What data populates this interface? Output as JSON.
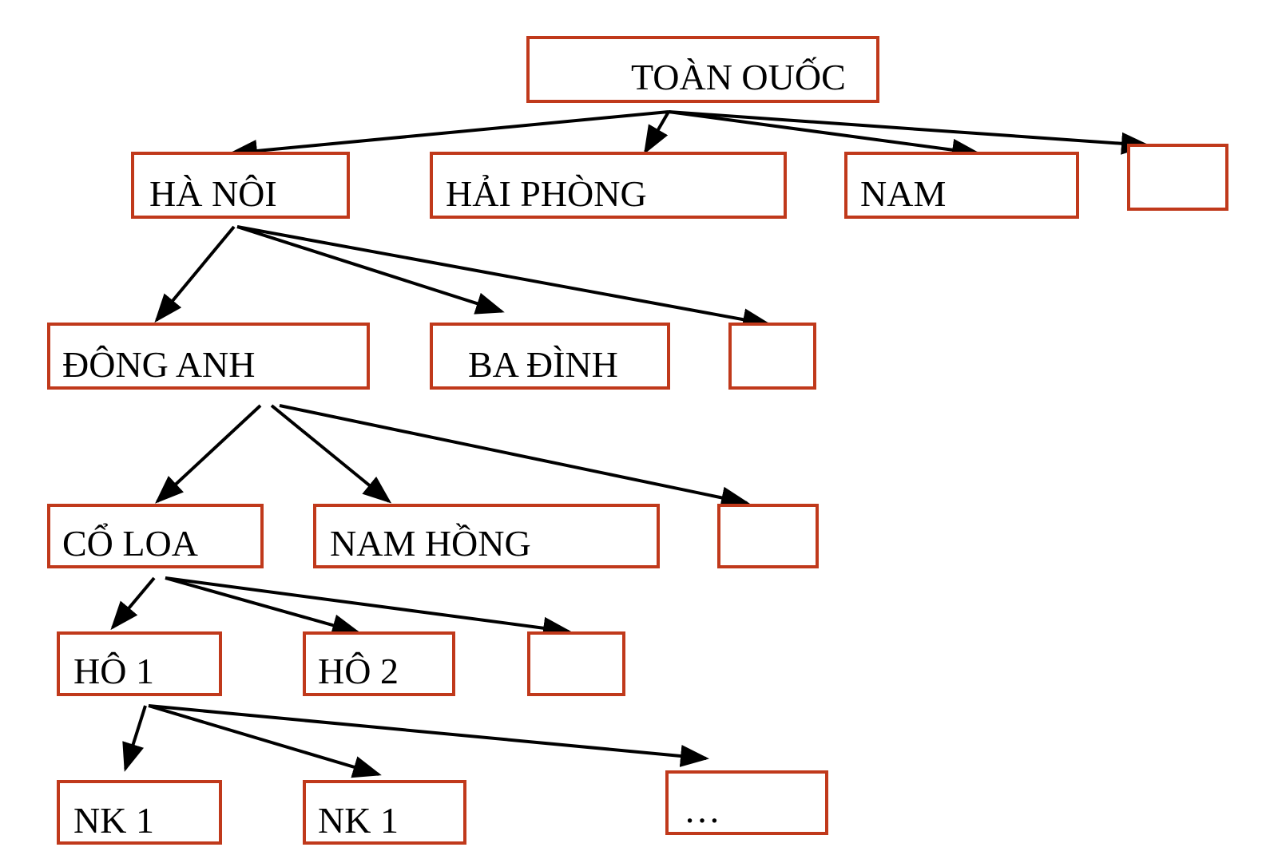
{
  "colors": {
    "box_border": "#c0391b",
    "text": "#000000",
    "arrow": "#000000"
  },
  "nodes": [
    {
      "id": "toan-quoc",
      "label": "TOÀN OUỐC"
    },
    {
      "id": "ha-noi",
      "label": "HÀ NÔI"
    },
    {
      "id": "hai-phong",
      "label": "HẢI PHÒNG"
    },
    {
      "id": "nam",
      "label": "NAM"
    },
    {
      "id": "l1-empty",
      "label": ""
    },
    {
      "id": "dong-anh",
      "label": "ĐÔNG ANH"
    },
    {
      "id": "ba-dinh",
      "label": "BA ĐÌNH"
    },
    {
      "id": "l2-empty",
      "label": ""
    },
    {
      "id": "co-loa",
      "label": "CỔ LOA"
    },
    {
      "id": "nam-hong",
      "label": "NAM HỒNG"
    },
    {
      "id": "l3-empty",
      "label": ""
    },
    {
      "id": "ho-1",
      "label": "HÔ 1"
    },
    {
      "id": "ho-2",
      "label": "HÔ 2"
    },
    {
      "id": "l4-empty",
      "label": ""
    },
    {
      "id": "nk-1a",
      "label": "NK 1"
    },
    {
      "id": "nk-1b",
      "label": "NK 1"
    },
    {
      "id": "nk-more",
      "label": "…"
    }
  ],
  "edges": [
    {
      "from": "toan-quoc",
      "to": "ha-noi"
    },
    {
      "from": "toan-quoc",
      "to": "hai-phong"
    },
    {
      "from": "toan-quoc",
      "to": "nam"
    },
    {
      "from": "toan-quoc",
      "to": "l1-empty"
    },
    {
      "from": "ha-noi",
      "to": "dong-anh"
    },
    {
      "from": "ha-noi",
      "to": "ba-dinh"
    },
    {
      "from": "ha-noi",
      "to": "l2-empty"
    },
    {
      "from": "dong-anh",
      "to": "co-loa"
    },
    {
      "from": "dong-anh",
      "to": "nam-hong"
    },
    {
      "from": "dong-anh",
      "to": "l3-empty"
    },
    {
      "from": "co-loa",
      "to": "ho-1"
    },
    {
      "from": "co-loa",
      "to": "ho-2"
    },
    {
      "from": "co-loa",
      "to": "l4-empty"
    },
    {
      "from": "ho-1",
      "to": "nk-1a"
    },
    {
      "from": "ho-1",
      "to": "nk-1b"
    },
    {
      "from": "ho-1",
      "to": "nk-more"
    }
  ]
}
